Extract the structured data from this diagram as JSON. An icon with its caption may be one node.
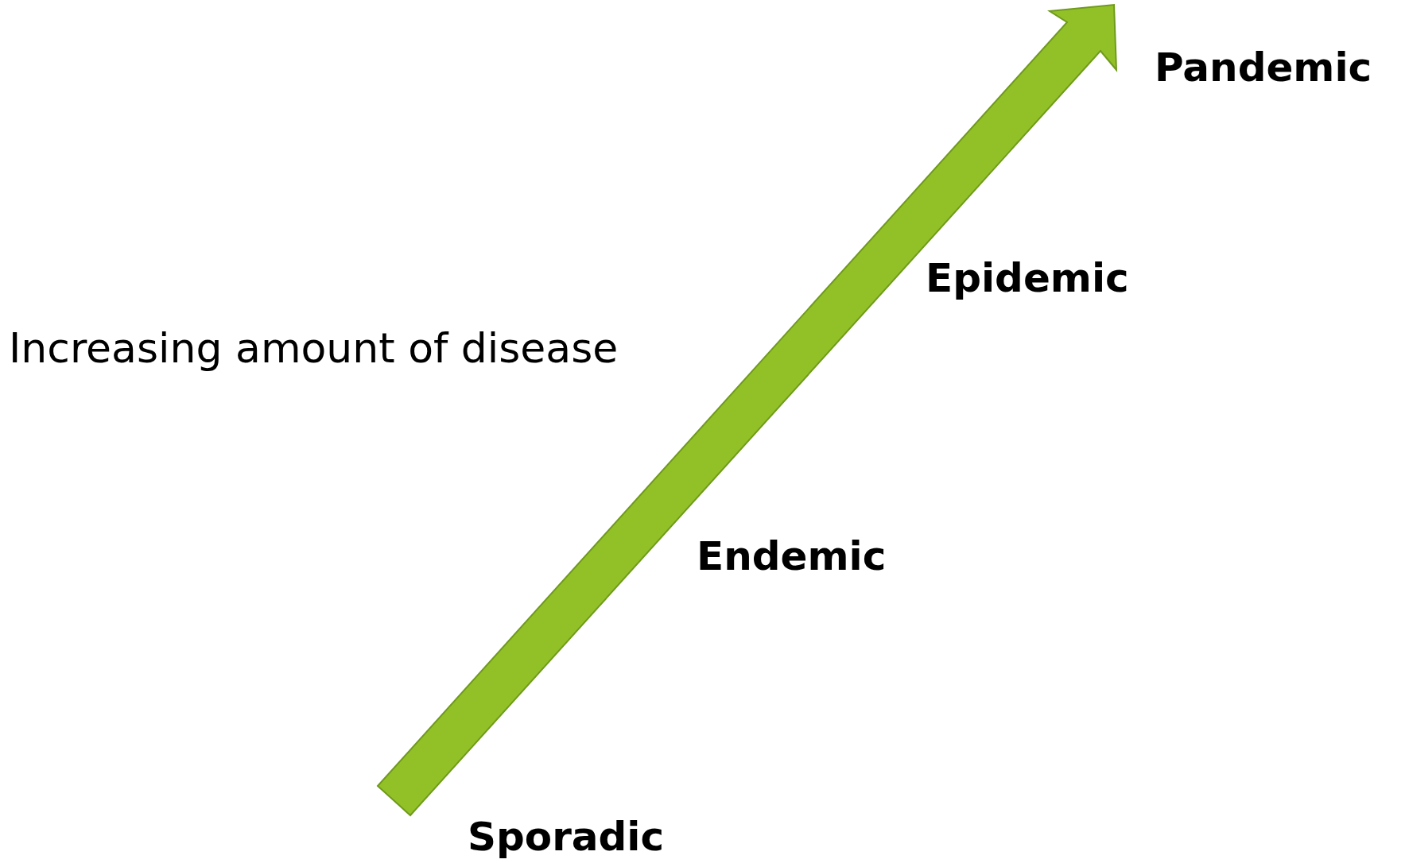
{
  "diagram": {
    "labels": [
      "Pandemic",
      "Epidemic",
      "Increasing amount of disease",
      "Endemic",
      "Sporadic"
    ]
  }
}
